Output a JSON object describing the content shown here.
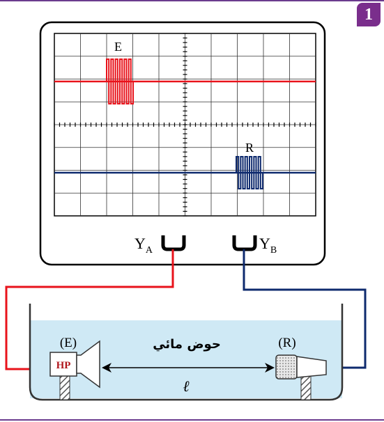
{
  "badge": {
    "number": "1"
  },
  "oscilloscope": {
    "signal_e_label": "E",
    "signal_r_label": "R",
    "channel_a_label": "Y",
    "channel_a_subscript": "A",
    "channel_b_label": "Y",
    "channel_b_subscript": "B"
  },
  "tank": {
    "label": "حوض مائي",
    "emitter_label": "(E)",
    "receiver_label": "(R)",
    "speaker_label": "HP",
    "distance_label": "ℓ"
  },
  "colors": {
    "channel_a": "#e8131b",
    "channel_b": "#0e2a6e",
    "water": "#cfe9f5",
    "badge": "#7a2e8c"
  }
}
